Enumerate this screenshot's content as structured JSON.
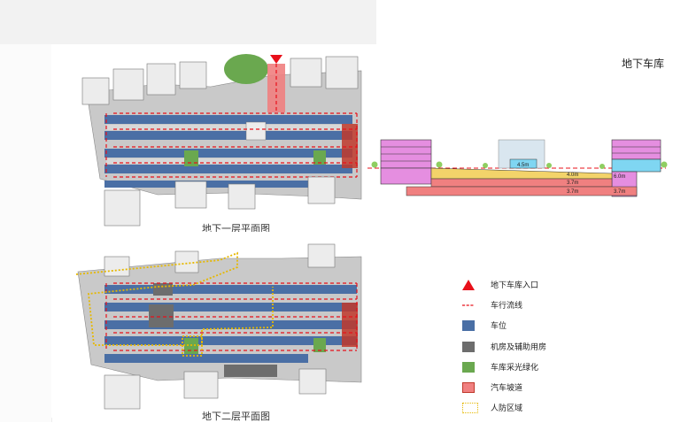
{
  "section_title": "地下车库",
  "plans": [
    {
      "caption": "地下一层平面图"
    },
    {
      "caption": "地下二层平面图"
    }
  ],
  "section_dims": [
    "4.5m",
    "4.0m",
    "3.7m",
    "3.7m",
    "6.0m",
    "3.7m"
  ],
  "legend": [
    {
      "label": "地下车库入口",
      "icon": "red-triangle-icon",
      "color": "#e8101a"
    },
    {
      "label": "车行流线",
      "icon": "red-dashed-line-icon",
      "color": "#e8101a"
    },
    {
      "label": "车位",
      "icon": "blue-rect-icon",
      "color": "#4a6fa5"
    },
    {
      "label": "机房及辅助用房",
      "icon": "gray-rect-icon",
      "color": "#6d6d6d"
    },
    {
      "label": "车库采光绿化",
      "icon": "green-rect-icon",
      "color": "#6aa84f"
    },
    {
      "label": "汽车坡道",
      "icon": "pink-rect-icon",
      "color": "#f08080"
    },
    {
      "label": "人防区域",
      "icon": "yellow-dotted-rect-icon",
      "color": "#e6b800"
    }
  ]
}
